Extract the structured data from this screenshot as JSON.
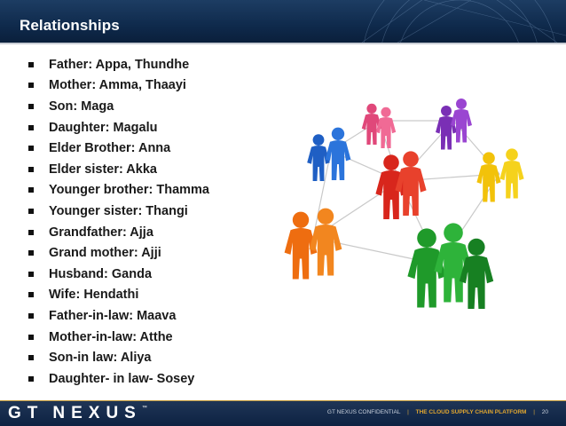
{
  "header": {
    "title": "Relationships"
  },
  "bullets": [
    "Father: Appa, Thundhe",
    "Mother: Amma, Thaayi",
    "Son: Maga",
    "Daughter: Magalu",
    "Elder Brother: Anna",
    "Elder sister: Akka",
    "Younger brother: Thamma",
    "Younger sister: Thangi",
    "Grandfather: Ajja",
    "Grand mother: Ajji",
    "Husband: Ganda",
    "Wife: Hendathi",
    "Father-in-law: Maava",
    "Mother-in-law: Atthe",
    "Son-in law: Aliya",
    "Daughter- in law- Sosey"
  ],
  "footer": {
    "logo_left": "GT",
    "logo_right": "NEXUS",
    "logo_tm": "™",
    "confidential": "GT NEXUS CONFIDENTIAL",
    "separator": "|",
    "tagline": "THE CLOUD SUPPLY CHAIN PLATFORM",
    "page_number": "20"
  },
  "colors": {
    "header_bg": "#13304f",
    "footer_bg": "#14294a",
    "accent_gold": "#e0a62f",
    "group_blue": "#1f5fc4",
    "group_pink": "#e0487a",
    "group_purple": "#7a2fb5",
    "group_red": "#d8261c",
    "group_yellow": "#f2c20a",
    "group_orange": "#ee6d10",
    "group_green": "#1f9a2a"
  },
  "icons": [
    "people-network-illustration"
  ]
}
